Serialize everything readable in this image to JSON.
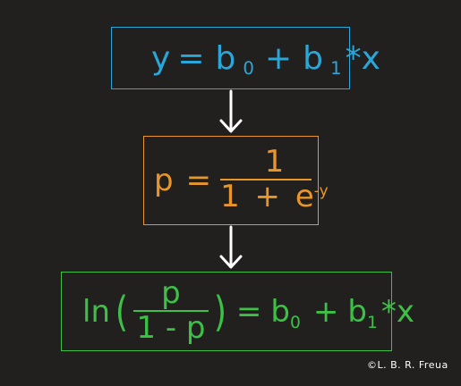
{
  "linear": {
    "y": "y",
    "eq": "=",
    "b": "b",
    "sub0": "0",
    "plus": "+",
    "sub1": "1",
    "times_x": "*x"
  },
  "logistic": {
    "p": "p",
    "eq": "=",
    "numerator": "1",
    "den_one": "1",
    "plus": "+",
    "e": "e",
    "exponent": "-y"
  },
  "logit": {
    "ln": "ln",
    "lparen": "(",
    "rparen": ")",
    "p": "p",
    "den": "1 - p",
    "eq": "=",
    "b": "b",
    "sub0": "0",
    "plus": "+",
    "sub1": "1",
    "times_x": "*x"
  },
  "colors": {
    "background": "#221f1f",
    "linear": "#2aa6d8",
    "logistic": "#e8952a",
    "logit": "#3cc146",
    "arrow": "#ffffff"
  },
  "credit": "©L. B. R. Freua"
}
